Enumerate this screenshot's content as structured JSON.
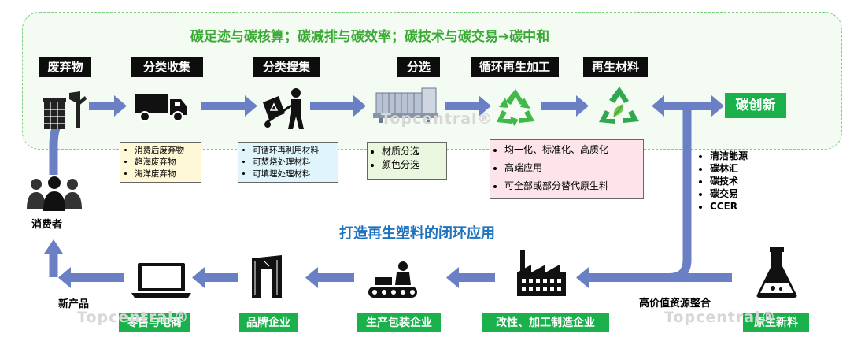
{
  "banner": "碳足迹与碳核算；碳减排与碳效率；碳技术与碳交易➔碳中和",
  "stages": {
    "waste": "废弃物",
    "sort_collect": "分类收集",
    "sort_gather": "分类搜集",
    "separation": "分选",
    "recycle_process": "循环再生加工",
    "recycled_material": "再生材料"
  },
  "carbon_innovation": "碳创新",
  "notes": {
    "waste_types": [
      "消费后废弃物",
      "趋海废弃物",
      "海洋废弃物"
    ],
    "materials": [
      "可循环再利用材料",
      "可焚烧处理材料",
      "可填埋处理材料"
    ],
    "separation_methods": [
      "材质分选",
      "颜色分选"
    ],
    "quality": [
      "均一化、标准化、高质化",
      "高端应用",
      "可全部或部分替代原生料"
    ]
  },
  "carbon_items": [
    "清洁能源",
    "碳林汇",
    "碳技术",
    "碳交易",
    "CCER"
  ],
  "center_title": "打造再生塑料的闭环应用",
  "consumer": "消费者",
  "new_product": "新产品",
  "resource_integration": "高价值资源整合",
  "bottom_labels": {
    "retail": "零售与电商",
    "brand": "品牌企业",
    "packaging": "生产包装企业",
    "modify": "改性、加工制造企业",
    "virgin": "原生新料"
  },
  "watermark": [
    "Topcentral®",
    "Topcentral®",
    "Topcentral®"
  ],
  "colors": {
    "accent_green": "#1ab04c",
    "banner_green": "#3aaa35",
    "flow_blue": "#6a7fc4",
    "title_blue": "#1e73be"
  },
  "icons": [
    "trash-bin-icon",
    "truck-icon",
    "hand-truck-icon",
    "sorting-machine-icon",
    "recycle-icon",
    "recycle-leaf-icon",
    "consumers-icon",
    "laptop-icon",
    "building-icon",
    "conveyor-icon",
    "factory-icon",
    "flask-icon"
  ]
}
